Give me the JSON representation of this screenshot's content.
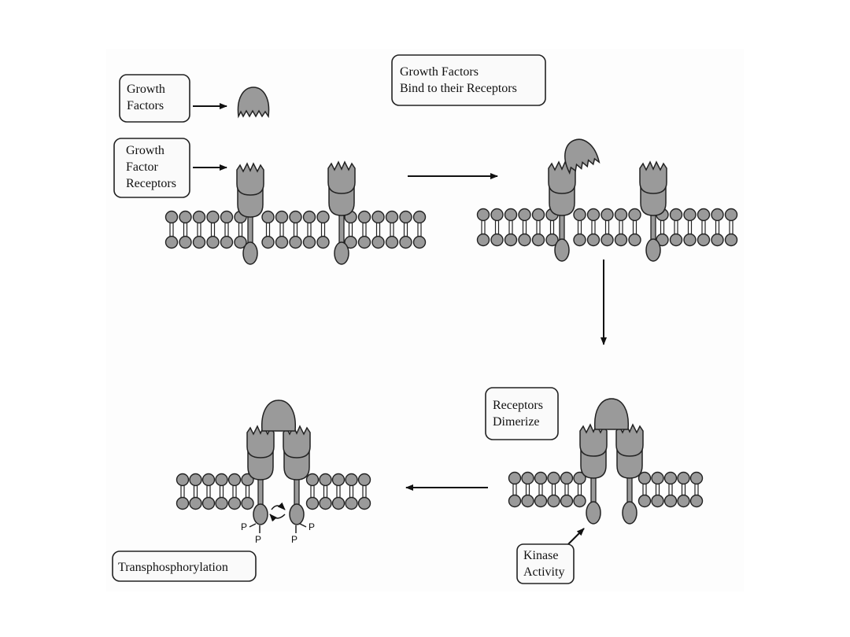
{
  "labels": {
    "growth_factors": [
      "Growth",
      "Factors"
    ],
    "growth_factor_receptors": [
      "Growth",
      "Factor",
      "Receptors"
    ],
    "bind": [
      "Growth Factors",
      "Bind to their Receptors"
    ],
    "dimerize": [
      "Receptors",
      "Dimerize"
    ],
    "kinase": [
      "Kinase",
      "Activity"
    ],
    "transphosphorylation": "Transphosphorylation"
  },
  "phosphate_symbol": "P",
  "colors": {
    "protein": "#9a9a9a",
    "outline": "#222222",
    "background": "#fdfdfd"
  }
}
